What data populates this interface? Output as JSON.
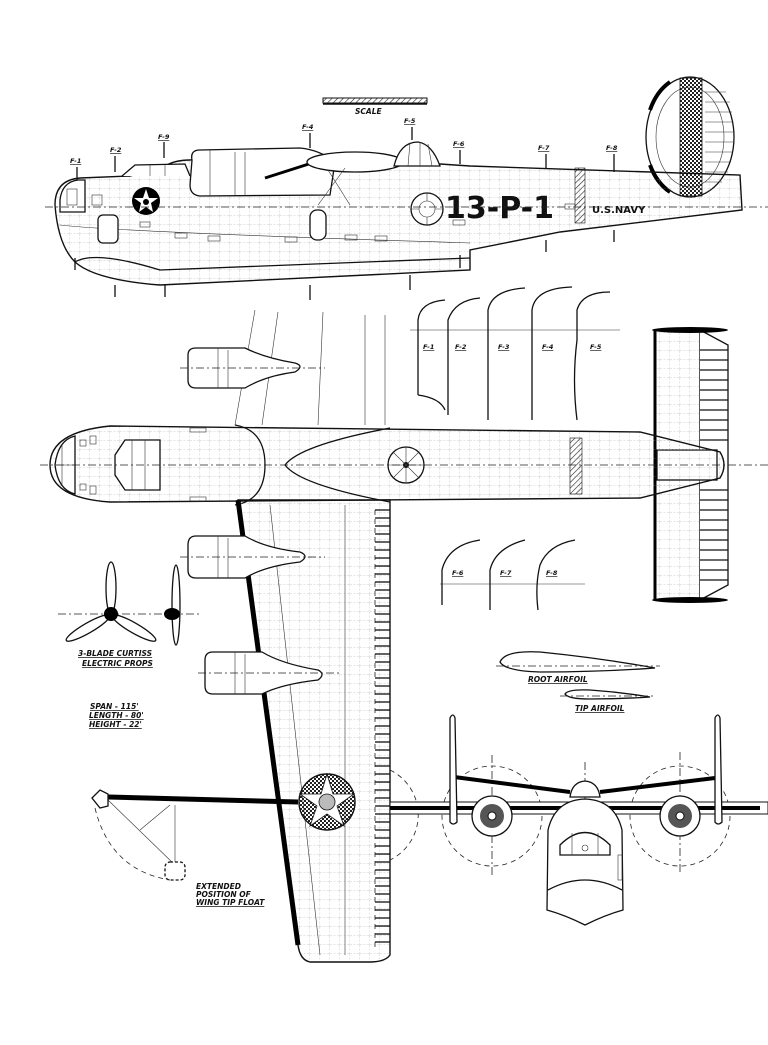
{
  "drawing": {
    "title": "3-view drawing of U.S. Navy flying boat",
    "scale_label": "SCALE",
    "side_view": {
      "fuselage_code": "13-P-1",
      "service_marking": "U.S.NAVY",
      "frame_stations": [
        "F-1",
        "F-2",
        "F-9",
        "F-4",
        "F-5",
        "F-6",
        "F-7",
        "F-8"
      ]
    },
    "cross_sections": {
      "row1": [
        "F-1",
        "F-2",
        "F-3",
        "F-4",
        "F-5"
      ],
      "row2": [
        "F-6",
        "F-7",
        "F-8"
      ]
    },
    "airfoils": {
      "root_label": "ROOT AIRFOIL",
      "tip_label": "TIP AIRFOIL"
    },
    "props": {
      "caption_line1": "3-BLADE CURTISS",
      "caption_line2": "ELECTRIC PROPS"
    },
    "specs": {
      "span": "SPAN - 115'",
      "length": "LENGTH - 80'",
      "height": "HEIGHT - 22'"
    },
    "float_note": {
      "line1": "EXTENDED",
      "line2": "POSITION OF",
      "line3": "WING TIP FLOAT"
    }
  }
}
